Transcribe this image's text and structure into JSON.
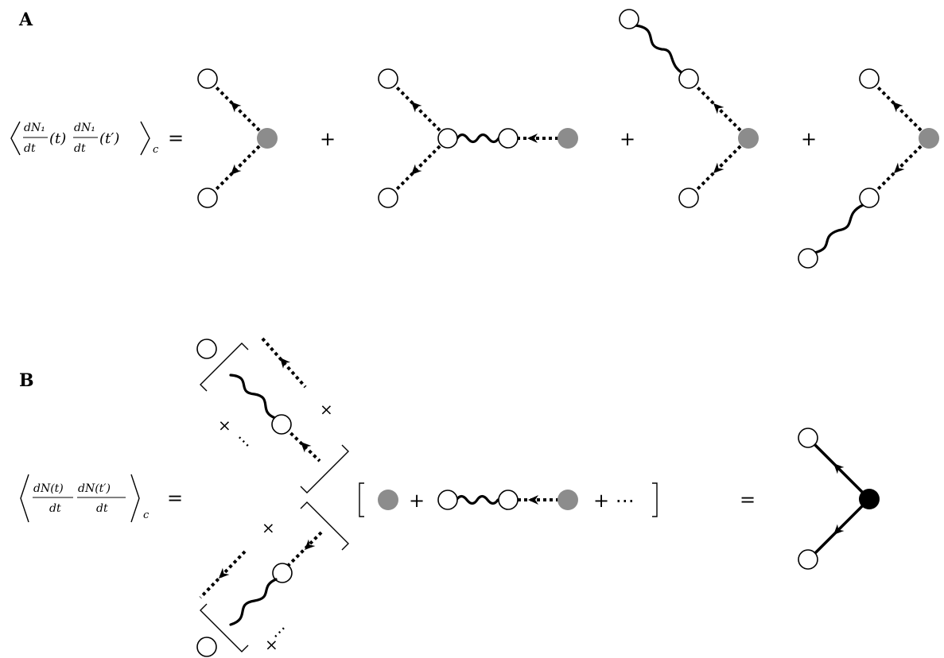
{
  "panels": {
    "a": {
      "label": "A",
      "plus": "+"
    },
    "b": {
      "label": "B",
      "times": "×",
      "ellipsis": "⋯",
      "plus_dots": "+ ⋯",
      "bracket_open": "[",
      "bracket_close": "]",
      "equals": "="
    }
  },
  "equation_a": {
    "d": "d",
    "N1": "N₁",
    "t": "t",
    "t_arg": "(t)",
    "tp_arg": "(t′)",
    "c": "c",
    "equals": "="
  },
  "equation_b": {
    "dNt": "dN(t)",
    "dNtp": "dN(t′)",
    "dt": "dt",
    "c": "c",
    "equals": "="
  },
  "vertex_colors": {
    "open": "#ffffff",
    "grey": "#8c8c8c",
    "black": "#000000"
  }
}
